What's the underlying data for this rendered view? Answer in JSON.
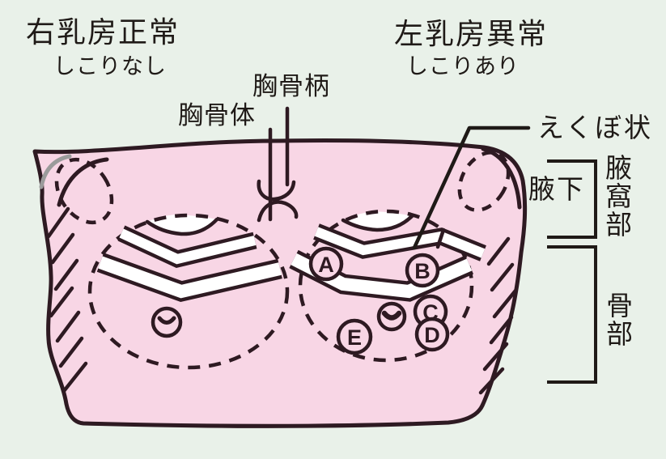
{
  "colors": {
    "bg": "#e9f1e9",
    "skin": "#f8d6e5",
    "line": "#2e1a22",
    "ink": "#1f1a17",
    "gray": "#9b9b9b",
    "white": "#ffffff"
  },
  "header": {
    "right_breast_title": "右乳房正常",
    "right_breast_subtitle": "しこりなし",
    "left_breast_title": "左乳房異常",
    "left_breast_subtitle": "しこりあり"
  },
  "labels": {
    "manubrium": "胸骨柄",
    "sternum_body": "胸骨体",
    "dimple": "えくぼ状",
    "axilla": "腋下",
    "axillary_region": "腋窩部",
    "bone_region": "骨部"
  },
  "markers": {
    "a": "A",
    "b": "B",
    "c": "C",
    "d": "D",
    "e": "E"
  }
}
